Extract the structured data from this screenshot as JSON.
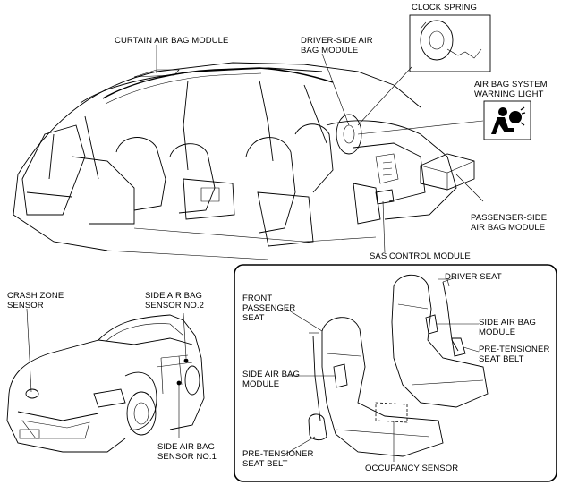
{
  "labels": {
    "clock_spring": "CLOCK SPRING",
    "curtain_air_bag_module": "CURTAIN AIR BAG MODULE",
    "driver_side_air_bag_module": "DRIVER-SIDE AIR\nBAG MODULE",
    "air_bag_system_warning_light": "AIR BAG SYSTEM\nWARNING LIGHT",
    "passenger_side_air_bag_module": "PASSENGER-SIDE\nAIR BAG MODULE",
    "sas_control_module": "SAS CONTROL MODULE",
    "crash_zone_sensor": "CRASH ZONE\nSENSOR",
    "side_air_bag_sensor_no2": "SIDE AIR BAG\nSENSOR NO.2",
    "side_air_bag_sensor_no1": "SIDE AIR BAG\nSENSOR NO.1",
    "driver_seat": "DRIVER SEAT",
    "front_passenger_seat": "FRONT\nPASSENGER\nSEAT",
    "side_air_bag_module_right": "SIDE AIR BAG\nMODULE",
    "pre_tensioner_seat_belt_right": "PRE-TENSIONER\nSEAT BELT",
    "side_air_bag_module_left": "SIDE AIR BAG\nMODULE",
    "pre_tensioner_seat_belt_left": "PRE-TENSIONER\nSEAT BELT",
    "occupancy_sensor": "OCCUPANCY SENSOR"
  },
  "icons": {
    "warning_light": "airbag-warning-icon"
  }
}
